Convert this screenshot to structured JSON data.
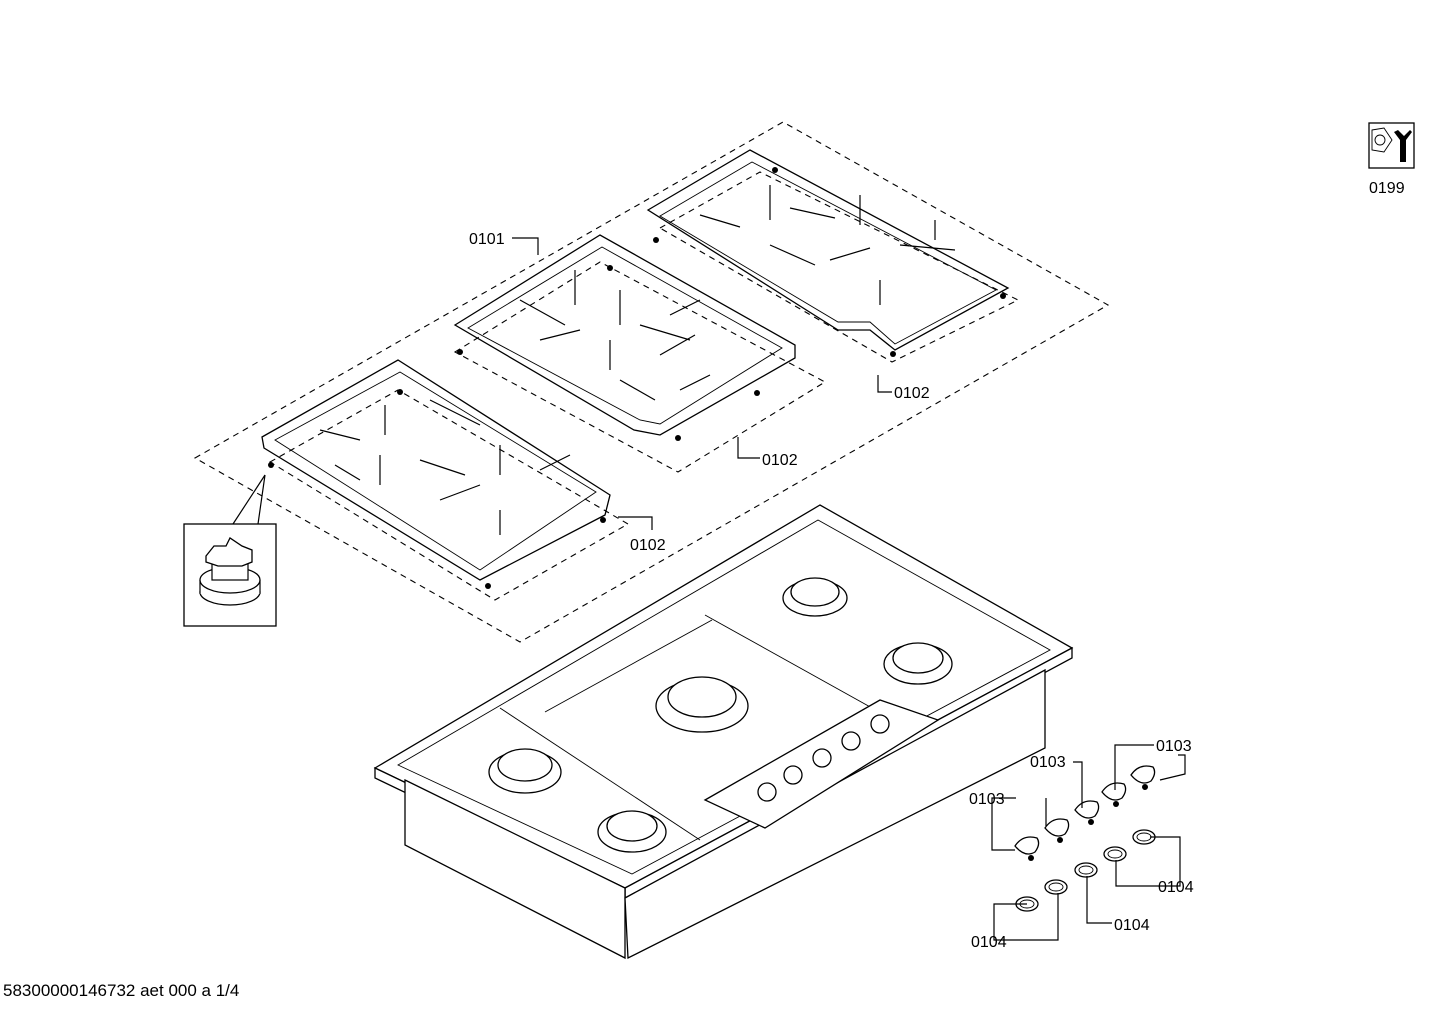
{
  "labels": {
    "grate_center": "0101",
    "grate_right": "0102",
    "grate_middle": "0102",
    "grate_left": "0102",
    "knob_a": "0103",
    "knob_b": "0103",
    "knob_c": "0103",
    "ring_a": "0104",
    "ring_b": "0104",
    "ring_c": "0104",
    "tool": "0199"
  },
  "footer": "58300000146732 aet 000 a 1/4",
  "icons": {
    "tool": "wrench-nut-icon",
    "detail": "grate-foot-detail-icon"
  },
  "colors": {
    "ink": "#000000",
    "paper": "#ffffff"
  }
}
